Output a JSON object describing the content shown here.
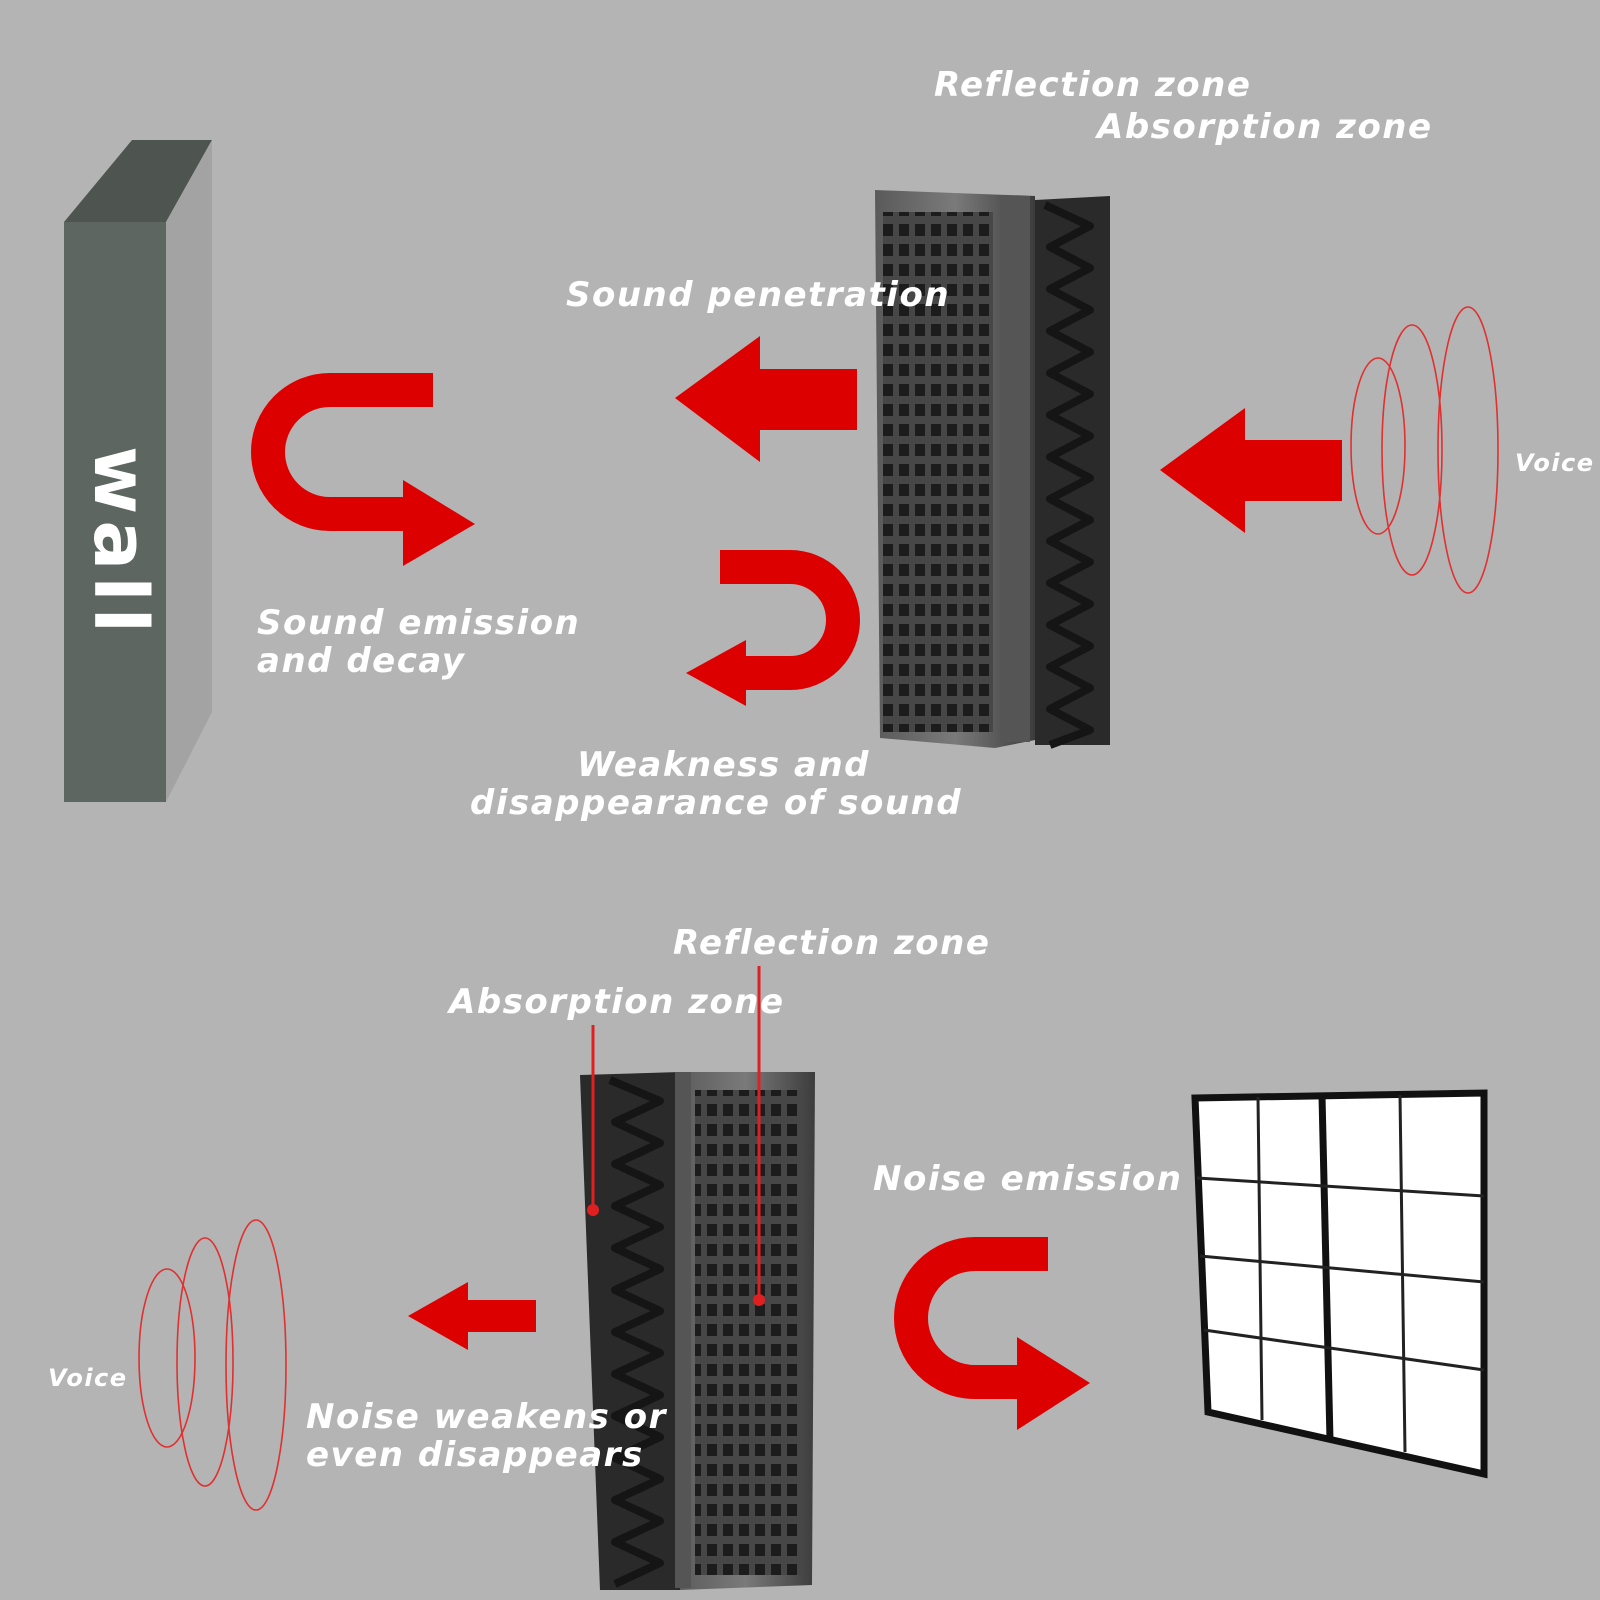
{
  "colors": {
    "background": "#b4b4b4",
    "arrow_red": "#dd0000",
    "wall_front": "#5d6661",
    "wall_side": "#9d9d9d",
    "panel_dark": "#3a3a3a",
    "foam": "#2a2a2a",
    "wave_line": "#e03030"
  },
  "top": {
    "wall_label": "wall",
    "reflection_zone": "Reflection zone",
    "absorption_zone": "Absorption zone",
    "sound_penetration": "Sound penetration",
    "sound_emission": [
      "Sound emission",
      "and decay"
    ],
    "weakness": [
      "Weakness and",
      "disappearance of sound"
    ],
    "voice": "Voice"
  },
  "bottom": {
    "reflection_zone": "Reflection zone",
    "absorption_zone": "Absorption zone",
    "noise_emission": "Noise emission",
    "noise_weakens": [
      "Noise weakens or",
      "even disappears"
    ],
    "voice": "Voice"
  }
}
